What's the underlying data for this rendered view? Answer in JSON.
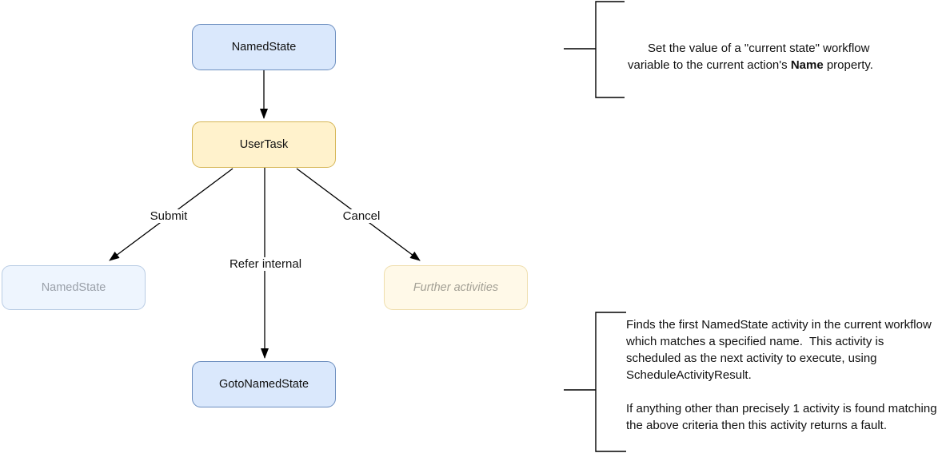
{
  "diagram": {
    "nodes": {
      "named_state_top": {
        "label": "NamedState"
      },
      "user_task": {
        "label": "UserTask"
      },
      "named_state_target": {
        "label": "NamedState"
      },
      "further_activities": {
        "label": "Further activities"
      },
      "goto_named_state": {
        "label": "GotoNamedState"
      }
    },
    "edges": {
      "submit": {
        "label": "Submit"
      },
      "refer_internal": {
        "label": "Refer internal"
      },
      "cancel": {
        "label": "Cancel"
      }
    }
  },
  "annotations": {
    "set_state": {
      "text_before": "Set the value of a \"current state\" workflow variable to the current action's ",
      "bold_term": "Name",
      "text_after": " property."
    },
    "goto_named_state": {
      "paragraph_1": "Finds the first NamedState activity in the current workflow which matches a specified name.  This activity is scheduled as the next activity to execute, using ScheduleActivityResult.",
      "paragraph_2": "If anything other than precisely 1 activity is found matching the above criteria then this activity returns a fault."
    }
  },
  "colors": {
    "node_blue_fill": "#dae8fc",
    "node_blue_border": "#6c8ebf",
    "node_yellow_fill": "#fff2cc",
    "node_yellow_border": "#d6b656",
    "faded_label_text": "#999999",
    "edge_line": "#000000",
    "background": "#ffffff"
  }
}
